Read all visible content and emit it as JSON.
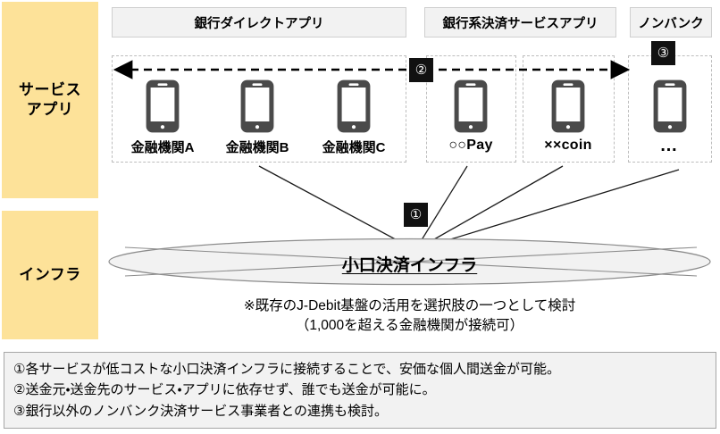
{
  "bands": {
    "service": "サービス\nアプリ",
    "infra": "インフラ"
  },
  "categories": {
    "bank_direct": "銀行ダイレクトアプリ",
    "bank_payment": "銀行系決済サービスアプリ",
    "nonbank": "ノンバンク"
  },
  "apps": [
    {
      "id": "kinyu-a",
      "label": "金融機関A",
      "icon": "smartphone-icon"
    },
    {
      "id": "kinyu-b",
      "label": "金融機関B",
      "icon": "smartphone-icon"
    },
    {
      "id": "kinyu-c",
      "label": "金融機関C",
      "icon": "smartphone-icon"
    },
    {
      "id": "maru-pay",
      "label": "○○Pay",
      "icon": "smartphone-icon"
    },
    {
      "id": "xx-coin",
      "label": "××coin",
      "icon": "smartphone-icon"
    },
    {
      "id": "etc",
      "label": "…",
      "icon": "smartphone-icon"
    }
  ],
  "badges": {
    "one": "①",
    "two": "②",
    "three": "③"
  },
  "infrastructure": {
    "label": "小口決済インフラ",
    "footnote_line1": "※既存のJ-Debit基盤の活用を選択肢の一つとして検討",
    "footnote_line2": "（1,000を超える金融機関が接続可）"
  },
  "legend": {
    "line1": "①各サービスが低コストな小口決済インフラに接続することで、安価な個人間送金が可能。",
    "line2": "②送金元・送金先のサービス・アプリに依存せず、誰でも送金が可能に。",
    "line3": "③銀行以外のノンバンク決済サービス事業者との連携も検討。"
  },
  "colors": {
    "band_yellow": "#fde299",
    "header_gray": "#f2f2f2",
    "ellipse_fill": "#f2f2f2",
    "phone_body": "#4a4a4a",
    "badge_black": "#111111",
    "dashed_border": "#bdbdbd"
  }
}
